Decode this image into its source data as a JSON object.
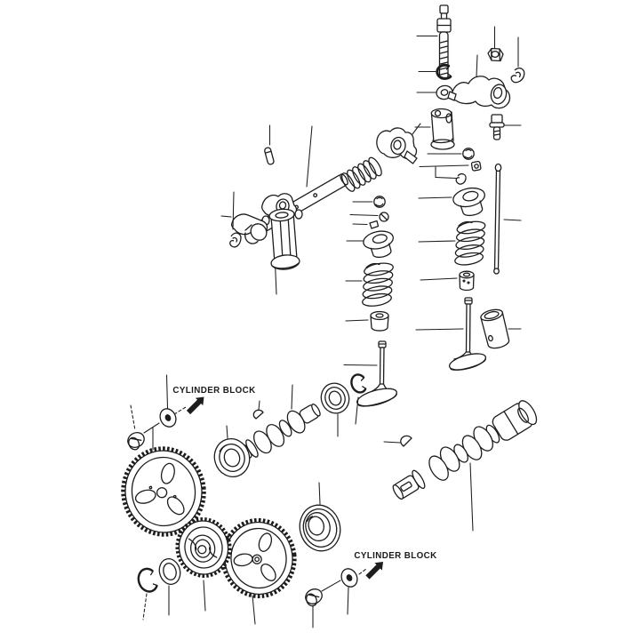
{
  "diagram": {
    "type": "exploded-parts-diagram",
    "subject": "Engine valve train, rocker shaft, timing gears and camshafts",
    "background": "#ffffff",
    "ink_color": "#1d1d1d"
  },
  "labels": {
    "cylinder_block_upper": "CYLINDER BLOCK",
    "cylinder_block_lower": "CYLINDER BLOCK"
  },
  "parts": [
    "valve-adjusting-stud",
    "adjusting-nut",
    "keeper-clip-a",
    "lock-washer",
    "plain-washer",
    "rocker-arm-a",
    "mounting-bolt",
    "rocker-pedestal",
    "rocker-shaft-pin",
    "rocker-shaft",
    "rocker-shaft-spring",
    "rocker-arm-b",
    "rocker-support-assembly",
    "keeper-clip-b",
    "half-ball-a",
    "adjusting-screw-set-a",
    "spring-retainer-a",
    "valve-spring-a",
    "valve-guide",
    "intake-valve",
    "stem-snap-ring",
    "half-ball-b",
    "adjusting-screw-set-b",
    "spring-retainer-b",
    "valve-spring-b",
    "push-rod",
    "valve-lifter",
    "exhaust-valve",
    "cam-follower",
    "idler-gear",
    "camshaft-drive-gear",
    "camshaft-timing-gear",
    "snap-ring",
    "thrust-washer",
    "ball-bearing-a",
    "ball-bearing-b",
    "ball-bearing-c",
    "camshaft-front",
    "camshaft-rear",
    "woodruff-key-a",
    "woodruff-key-b",
    "sealing-washer-a",
    "screw-plug-a",
    "sealing-washer-b",
    "screw-plug-b",
    "cylinder-block-arrow-upper",
    "cylinder-block-arrow-lower"
  ]
}
